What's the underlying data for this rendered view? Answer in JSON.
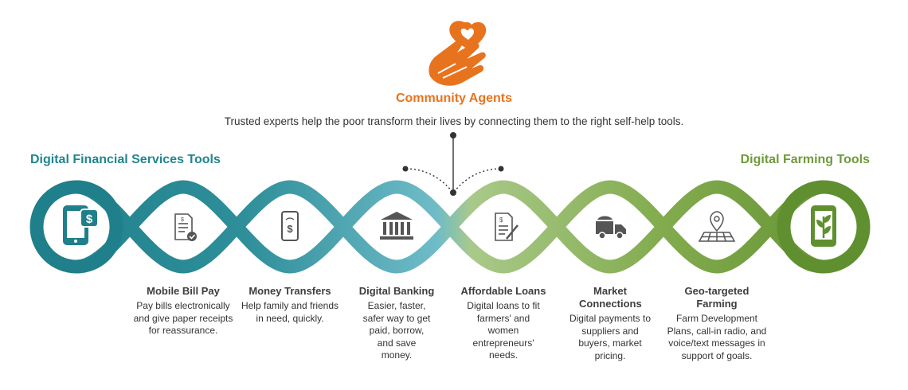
{
  "header": {
    "title": "Community Agents",
    "description": "Trusted experts help the poor transform their lives by connecting them to the right self-help tools."
  },
  "groups": {
    "left": "Digital Financial Services Tools",
    "right": "Digital Farming Tools"
  },
  "tools": [
    {
      "title": "Mobile Bill Pay",
      "desc": "Pay bills electronically and give paper receipts for reassurance.",
      "icon": "receipt-check-icon"
    },
    {
      "title": "Money Transfers",
      "desc": "Help family and friends in need, quickly.",
      "icon": "phone-dollar-icon"
    },
    {
      "title": "Digital Banking",
      "desc": "Easier, faster, safer way to get paid, borrow, and save money.",
      "icon": "bank-icon"
    },
    {
      "title": "Affordable Loans",
      "desc": "Digital loans to fit farmers' and women entrepreneurs' needs.",
      "icon": "loan-document-icon"
    },
    {
      "title": "Market Connections",
      "desc": "Digital payments to suppliers and buyers, market pricing.",
      "icon": "truck-icon"
    },
    {
      "title": "Geo-targeted Farming",
      "desc": "Farm Development Plans, call-in radio, and voice/text messages in support of goals.",
      "icon": "map-pin-icon"
    }
  ],
  "icons": {
    "header": "hand-heart-icon",
    "left_end": "mobile-money-icon",
    "right_end": "mobile-plant-icon"
  },
  "colors": {
    "orange": "#e8731e",
    "teal_dark": "#1f7f8a",
    "teal_mid": "#3a98a3",
    "teal_light": "#6fbcc8",
    "green_light": "#a9c98a",
    "green_mid": "#8bb356",
    "green_dark": "#5f8f2f"
  }
}
